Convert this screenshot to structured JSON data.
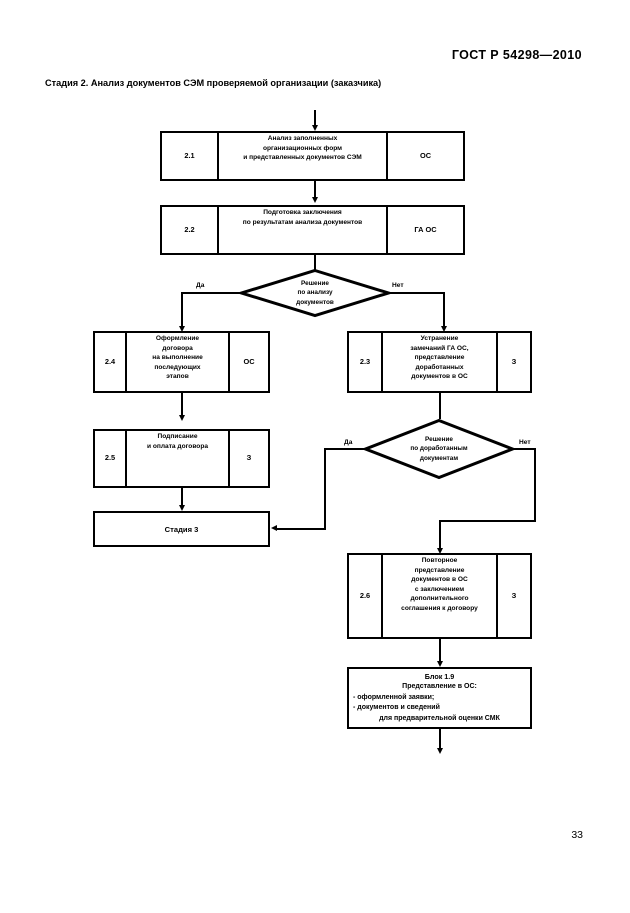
{
  "document": {
    "standard_ref": "ГОСТ Р 54298—2010",
    "stage_title": "Стадия 2. Анализ документов СЭМ проверяемой организации (заказчика)",
    "page_number": "33"
  },
  "flowchart": {
    "type": "flowchart",
    "nodes": [
      {
        "id": "2.1",
        "number": "2.1",
        "text": "Анализ заполненных\nорганизационных форм\nи представленных документов СЭМ",
        "actor": "ОС"
      },
      {
        "id": "2.2",
        "number": "2.2",
        "text": "Подготовка заключения\nпо результатам анализа документов",
        "actor": "ГА ОС"
      },
      {
        "id": "2.4",
        "number": "2.4",
        "text": "Оформление\nдоговора\nна выполнение\nпоследующих\nэтапов",
        "actor": "ОС"
      },
      {
        "id": "2.3",
        "number": "2.3",
        "text": "Устранение\nзамечаний ГА ОС,\nпредставление\nдоработанных\nдокументов в ОС",
        "actor": "З"
      },
      {
        "id": "2.5",
        "number": "2.5",
        "text": "Подписание\nи оплата договора",
        "actor": "З"
      },
      {
        "id": "2.6",
        "number": "2.6",
        "text": "Повторное\nпредставление\nдокументов в ОС\nс заключением\nдополнительного\nсоглашения к договору",
        "actor": "З"
      }
    ],
    "stage_box": {
      "id": "stage3",
      "text": "Стадия 3"
    },
    "ref_block": {
      "id": "block-1.9",
      "title": "Блок 1.9",
      "line1": "Представление в ОС:",
      "line2": "- оформленной заявки;",
      "line3": "- документов и сведений",
      "line4": "для предварительной оценки СМК"
    },
    "decisions": [
      {
        "id": "d1",
        "text": "Решение\nпо анализу\nдокументов",
        "yes_label": "Да",
        "no_label": "Нет"
      },
      {
        "id": "d2",
        "text": "Решение\nпо доработанным\nдокументам",
        "yes_label": "Да",
        "no_label": "Нет"
      }
    ],
    "colors": {
      "line": "#000000",
      "background": "#ffffff"
    }
  }
}
